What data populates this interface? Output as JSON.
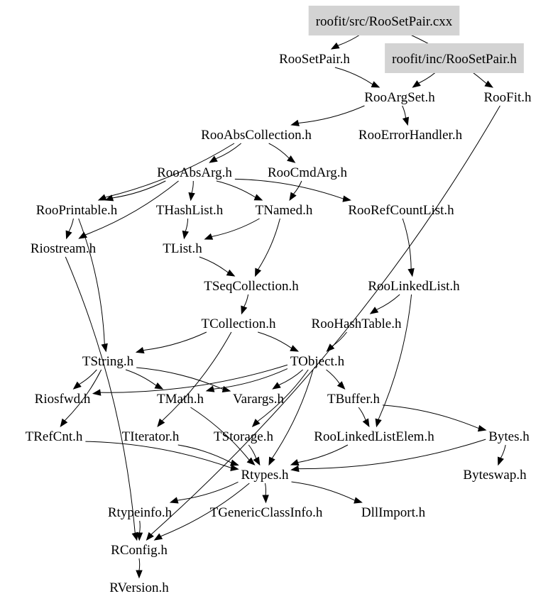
{
  "graph": {
    "title": "roofit/src/RooSetPair.cxx include dependency graph",
    "highlight_color": "#d3d3d3",
    "nodes": [
      {
        "id": "src_cxx",
        "label": "roofit/src/RooSetPair.cxx",
        "highlighted": true
      },
      {
        "id": "RooSetPair_h",
        "label": "RooSetPair.h",
        "highlighted": false
      },
      {
        "id": "inc_h",
        "label": "roofit/inc/RooSetPair.h",
        "highlighted": true
      },
      {
        "id": "RooArgSet_h",
        "label": "RooArgSet.h",
        "highlighted": false
      },
      {
        "id": "RooFit_h",
        "label": "RooFit.h",
        "highlighted": false
      },
      {
        "id": "RooAbsCollection_h",
        "label": "RooAbsCollection.h",
        "highlighted": false
      },
      {
        "id": "RooErrorHandler_h",
        "label": "RooErrorHandler.h",
        "highlighted": false
      },
      {
        "id": "RooAbsArg_h",
        "label": "RooAbsArg.h",
        "highlighted": false
      },
      {
        "id": "RooCmdArg_h",
        "label": "RooCmdArg.h",
        "highlighted": false
      },
      {
        "id": "RooPrintable_h",
        "label": "RooPrintable.h",
        "highlighted": false
      },
      {
        "id": "THashList_h",
        "label": "THashList.h",
        "highlighted": false
      },
      {
        "id": "TNamed_h",
        "label": "TNamed.h",
        "highlighted": false
      },
      {
        "id": "RooRefCountList_h",
        "label": "RooRefCountList.h",
        "highlighted": false
      },
      {
        "id": "Riostream_h",
        "label": "Riostream.h",
        "highlighted": false
      },
      {
        "id": "TList_h",
        "label": "TList.h",
        "highlighted": false
      },
      {
        "id": "TSeqCollection_h",
        "label": "TSeqCollection.h",
        "highlighted": false
      },
      {
        "id": "RooLinkedList_h",
        "label": "RooLinkedList.h",
        "highlighted": false
      },
      {
        "id": "TCollection_h",
        "label": "TCollection.h",
        "highlighted": false
      },
      {
        "id": "RooHashTable_h",
        "label": "RooHashTable.h",
        "highlighted": false
      },
      {
        "id": "TString_h",
        "label": "TString.h",
        "highlighted": false
      },
      {
        "id": "TObject_h",
        "label": "TObject.h",
        "highlighted": false
      },
      {
        "id": "Riosfwd_h",
        "label": "Riosfwd.h",
        "highlighted": false
      },
      {
        "id": "TMath_h",
        "label": "TMath.h",
        "highlighted": false
      },
      {
        "id": "Varargs_h",
        "label": "Varargs.h",
        "highlighted": false
      },
      {
        "id": "TBuffer_h",
        "label": "TBuffer.h",
        "highlighted": false
      },
      {
        "id": "TRefCnt_h",
        "label": "TRefCnt.h",
        "highlighted": false
      },
      {
        "id": "TIterator_h",
        "label": "TIterator.h",
        "highlighted": false
      },
      {
        "id": "TStorage_h",
        "label": "TStorage.h",
        "highlighted": false
      },
      {
        "id": "RooLinkedListElem_h",
        "label": "RooLinkedListElem.h",
        "highlighted": false
      },
      {
        "id": "Bytes_h",
        "label": "Bytes.h",
        "highlighted": false
      },
      {
        "id": "Rtypes_h",
        "label": "Rtypes.h",
        "highlighted": false
      },
      {
        "id": "Byteswap_h",
        "label": "Byteswap.h",
        "highlighted": false
      },
      {
        "id": "Rtypeinfo_h",
        "label": "Rtypeinfo.h",
        "highlighted": false
      },
      {
        "id": "TGenericClassInfo_h",
        "label": "TGenericClassInfo.h",
        "highlighted": false
      },
      {
        "id": "DllImport_h",
        "label": "DllImport.h",
        "highlighted": false
      },
      {
        "id": "RConfig_h",
        "label": "RConfig.h",
        "highlighted": false
      },
      {
        "id": "RVersion_h",
        "label": "RVersion.h",
        "highlighted": false
      }
    ],
    "edges": [
      [
        "src_cxx",
        "RooSetPair_h"
      ],
      [
        "src_cxx",
        "RooFit_h"
      ],
      [
        "RooSetPair_h",
        "RooArgSet_h"
      ],
      [
        "inc_h",
        "RooArgSet_h"
      ],
      [
        "RooArgSet_h",
        "RooAbsCollection_h"
      ],
      [
        "RooArgSet_h",
        "RooErrorHandler_h"
      ],
      [
        "RooAbsCollection_h",
        "RooAbsArg_h"
      ],
      [
        "RooAbsCollection_h",
        "RooCmdArg_h"
      ],
      [
        "RooAbsCollection_h",
        "RooPrintable_h"
      ],
      [
        "RooAbsArg_h",
        "RooPrintable_h"
      ],
      [
        "RooAbsArg_h",
        "Riostream_h"
      ],
      [
        "RooAbsArg_h",
        "THashList_h"
      ],
      [
        "RooAbsArg_h",
        "TNamed_h"
      ],
      [
        "RooAbsArg_h",
        "RooRefCountList_h"
      ],
      [
        "RooCmdArg_h",
        "TNamed_h"
      ],
      [
        "RooPrintable_h",
        "Riostream_h"
      ],
      [
        "RooPrintable_h",
        "TString_h"
      ],
      [
        "THashList_h",
        "TList_h"
      ],
      [
        "TNamed_h",
        "TList_h"
      ],
      [
        "TNamed_h",
        "TSeqCollection_h"
      ],
      [
        "RooRefCountList_h",
        "RooLinkedList_h"
      ],
      [
        "TList_h",
        "TSeqCollection_h"
      ],
      [
        "TSeqCollection_h",
        "TCollection_h"
      ],
      [
        "RooLinkedList_h",
        "RooHashTable_h"
      ],
      [
        "RooLinkedList_h",
        "RooLinkedListElem_h"
      ],
      [
        "TCollection_h",
        "TString_h"
      ],
      [
        "TCollection_h",
        "TObject_h"
      ],
      [
        "TCollection_h",
        "TIterator_h"
      ],
      [
        "RooHashTable_h",
        "TObject_h"
      ],
      [
        "TString_h",
        "Riosfwd_h"
      ],
      [
        "TString_h",
        "TMath_h"
      ],
      [
        "TString_h",
        "Varargs_h"
      ],
      [
        "TString_h",
        "TRefCnt_h"
      ],
      [
        "TObject_h",
        "Riosfwd_h"
      ],
      [
        "TObject_h",
        "TMath_h"
      ],
      [
        "TObject_h",
        "Varargs_h"
      ],
      [
        "TObject_h",
        "TBuffer_h"
      ],
      [
        "TObject_h",
        "TStorage_h"
      ],
      [
        "TObject_h",
        "Rtypes_h"
      ],
      [
        "TBuffer_h",
        "Bytes_h"
      ],
      [
        "TBuffer_h",
        "RooLinkedListElem_h"
      ],
      [
        "Bytes_h",
        "Byteswap_h"
      ],
      [
        "Bytes_h",
        "Rtypes_h"
      ],
      [
        "TRefCnt_h",
        "Rtypes_h"
      ],
      [
        "TIterator_h",
        "Rtypes_h"
      ],
      [
        "TStorage_h",
        "Rtypes_h"
      ],
      [
        "RooLinkedListElem_h",
        "Rtypes_h"
      ],
      [
        "TMath_h",
        "Rtypes_h"
      ],
      [
        "Rtypes_h",
        "Rtypeinfo_h"
      ],
      [
        "Rtypes_h",
        "TGenericClassInfo_h"
      ],
      [
        "Rtypes_h",
        "DllImport_h"
      ],
      [
        "Rtypes_h",
        "RConfig_h"
      ],
      [
        "Rtypeinfo_h",
        "RConfig_h"
      ],
      [
        "RConfig_h",
        "RVersion_h"
      ],
      [
        "Riostream_h",
        "RConfig_h"
      ],
      [
        "RooFit_h",
        "RConfig_h"
      ]
    ]
  }
}
